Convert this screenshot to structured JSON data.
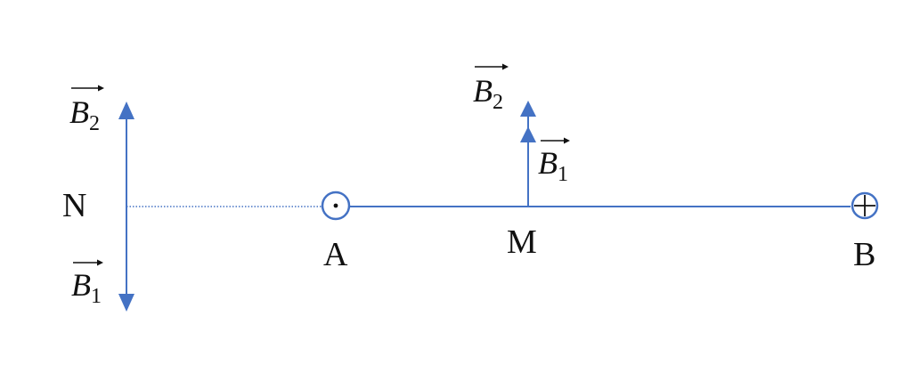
{
  "colors": {
    "line": "#4472c4",
    "text": "#111111"
  },
  "points": {
    "N": "N",
    "A": "A",
    "M": "M",
    "B": "B"
  },
  "vectors": {
    "n_b2": {
      "letter": "B",
      "sub": "2"
    },
    "n_b1": {
      "letter": "B",
      "sub": "1"
    },
    "m_b2": {
      "letter": "B",
      "sub": "2"
    },
    "m_b1": {
      "letter": "B",
      "sub": "1"
    }
  },
  "wires": {
    "A": {
      "direction": "out-of-page"
    },
    "B": {
      "direction": "into-page"
    }
  }
}
